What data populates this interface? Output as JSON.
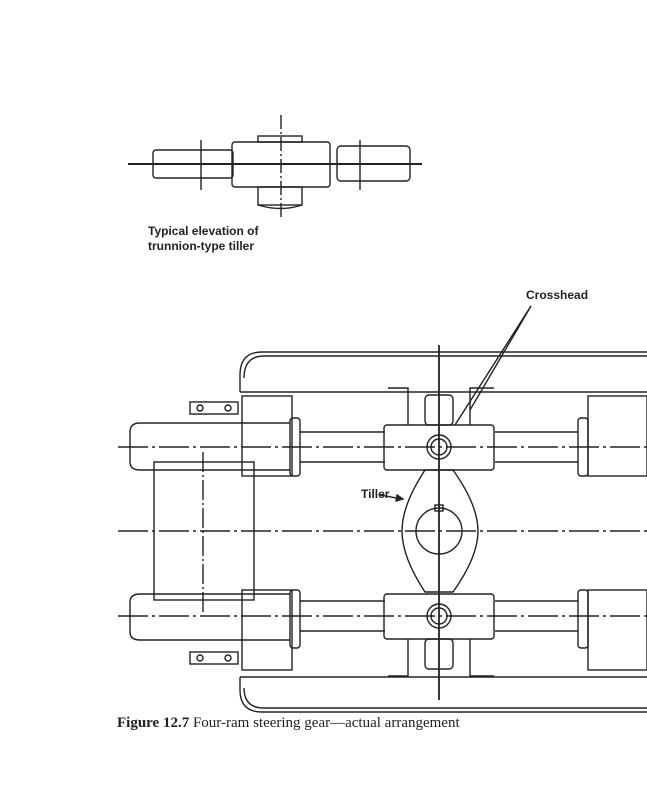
{
  "elevation_caption": {
    "line1": "Typical elevation of",
    "line2": "trunnion-type tiller"
  },
  "labels": {
    "crosshead": "Crosshead",
    "tiller": "Tiller"
  },
  "figure_caption": {
    "number": "Figure 12.7",
    "text": "Four-ram steering gear—actual arrangement"
  }
}
